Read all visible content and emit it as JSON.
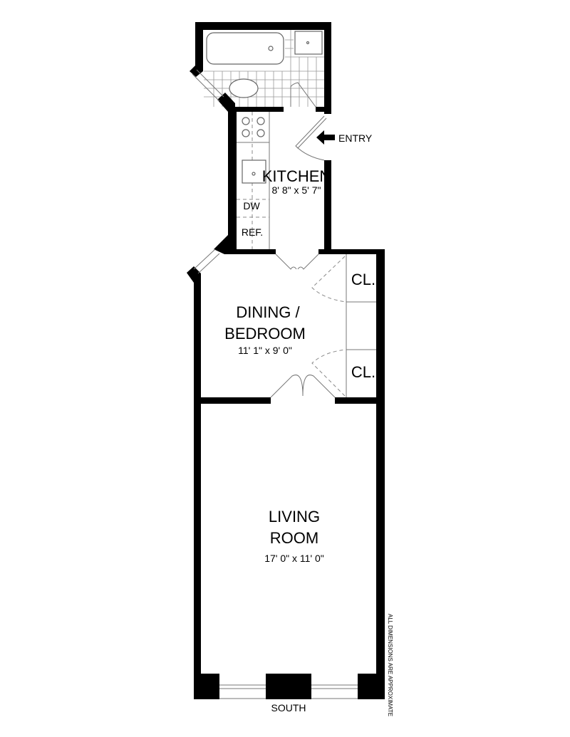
{
  "plan": {
    "entry_label": "ENTRY",
    "rooms": {
      "kitchen": {
        "name": "KITCHEN",
        "dimensions": "8' 8\" x 5' 7\""
      },
      "dining": {
        "name_line1": "DINING /",
        "name_line2": "BEDROOM",
        "dimensions": "11' 1\" x 9' 0\""
      },
      "living": {
        "name_line1": "LIVING",
        "name_line2": "ROOM",
        "dimensions": "17' 0\" x 11' 0\""
      }
    },
    "fixtures": {
      "dishwasher": "DW",
      "refrigerator": "REF.",
      "closet_1": "CL.",
      "closet_2": "CL."
    },
    "orientation": "SOUTH",
    "note": "ALL DIMENSIONS ARE APPROXIMATE"
  }
}
